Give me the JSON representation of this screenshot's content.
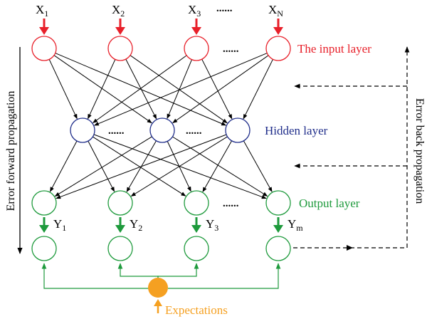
{
  "inputs": [
    {
      "base": "X",
      "sub": "1"
    },
    {
      "base": "X",
      "sub": "2"
    },
    {
      "base": "X",
      "sub": "3"
    },
    {
      "base": "X",
      "sub": "N"
    }
  ],
  "outputs": [
    {
      "base": "Y",
      "sub": "1"
    },
    {
      "base": "Y",
      "sub": "2"
    },
    {
      "base": "Y",
      "sub": "3"
    },
    {
      "base": "Y",
      "sub": "m"
    }
  ],
  "ellipsis": "......",
  "layer_labels": {
    "input": "The input layer",
    "hidden": "Hidden layer",
    "output": "Output layer"
  },
  "side_labels": {
    "forward": "Error forward propagation",
    "back": "Error back propagation"
  },
  "bottom_label": "Expectations",
  "colors": {
    "input": "#e8202a",
    "hidden": "#1f2d8a",
    "output": "#1e9a3c",
    "expectation": "#f5a021",
    "line": "#000000"
  }
}
